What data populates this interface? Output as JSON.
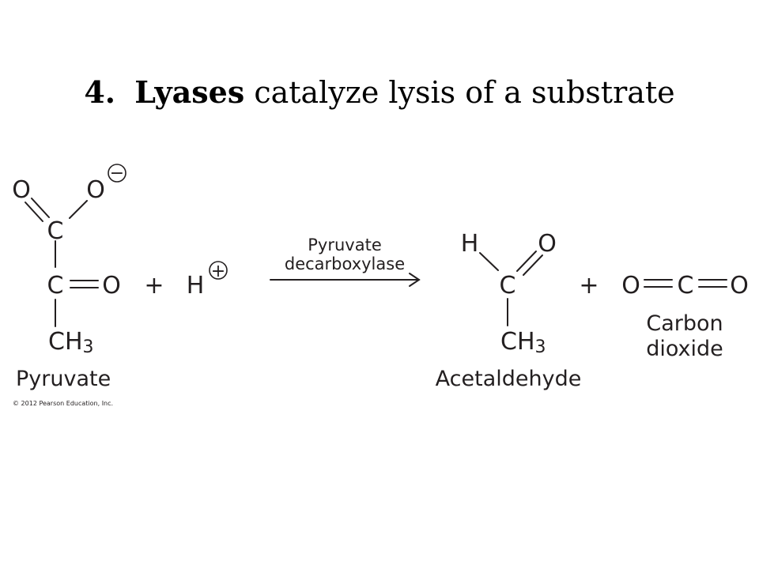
{
  "title": {
    "number": "4.",
    "keyword": "Lyases",
    "rest": "catalyze lysis of a substrate"
  },
  "reaction": {
    "pyruvate": {
      "atoms": {
        "o_left": "O",
        "o_right": "O",
        "charge": "−",
        "c_top": "C",
        "c_mid": "C",
        "o_mid": "O",
        "ch3": "CH",
        "ch3_sub": "3"
      },
      "label": "Pyruvate"
    },
    "plus_1": "+",
    "proton": {
      "atom": "H",
      "charge": "+"
    },
    "enzyme": {
      "line1": "Pyruvate",
      "line2": "decarboxylase"
    },
    "acetaldehyde": {
      "atoms": {
        "h": "H",
        "o": "O",
        "c": "C",
        "ch3": "CH",
        "ch3_sub": "3"
      },
      "label": "Acetaldehyde"
    },
    "plus_2": "+",
    "co2": {
      "atoms": {
        "o_left": "O",
        "c": "C",
        "o_right": "O"
      },
      "label_line1": "Carbon",
      "label_line2": "dioxide"
    }
  },
  "copyright": "© 2012 Pearson Education, Inc.",
  "colors": {
    "ink": "#231f20",
    "background": "#ffffff"
  }
}
